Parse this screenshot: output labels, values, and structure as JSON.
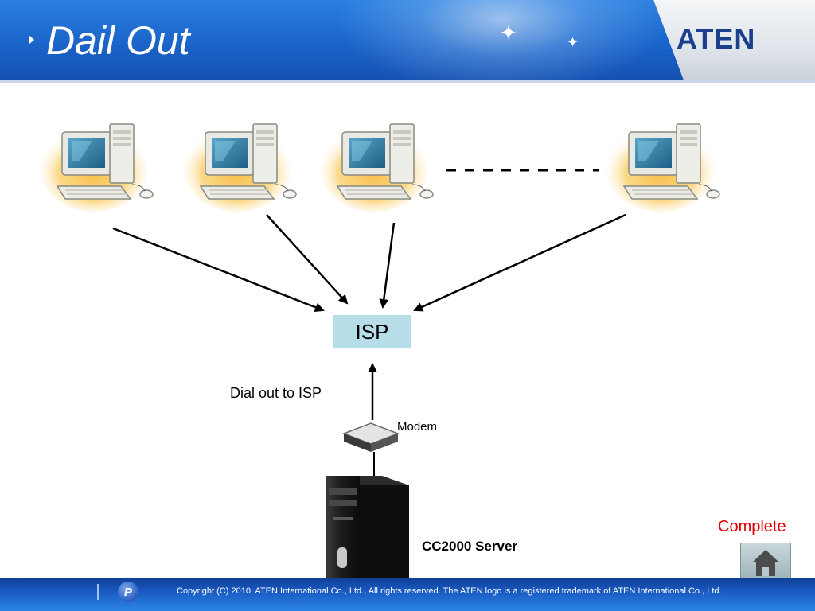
{
  "header": {
    "title": "Dail Out",
    "logo": "ATEN"
  },
  "diagram": {
    "isp_label": "ISP",
    "dial_label": "Dial out to ISP",
    "modem_label": "Modem",
    "server_label": "CC2000 Server",
    "client_icon": "desktop-computer-icon",
    "modem_icon": "modem-icon",
    "server_icon": "tower-server-icon"
  },
  "nav": {
    "complete_label": "Complete",
    "home_icon": "home-icon"
  },
  "footer": {
    "badge": "P",
    "copyright": "Copyright (C) 2010, ATEN International Co., Ltd., All rights reserved. The ATEN logo is a registered trademark of ATEN International Co., Ltd."
  },
  "colors": {
    "header_blue": "#1a63c9",
    "isp_box": "#b7dde8",
    "complete_red": "#e00000",
    "logo_navy": "#1a3f8c"
  }
}
